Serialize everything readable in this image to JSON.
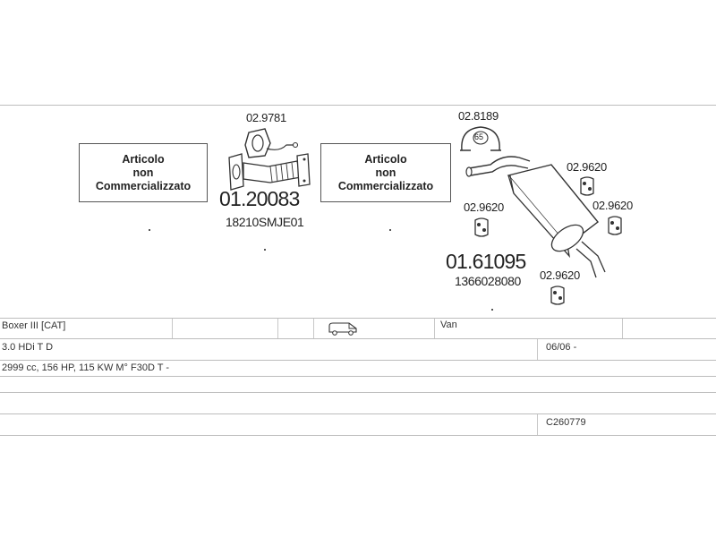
{
  "diagram": {
    "boxes": [
      {
        "line1": "Articolo",
        "line2": "non",
        "line3": "Commercializzato"
      },
      {
        "line1": "Articolo",
        "line2": "non",
        "line3": "Commercializzato"
      }
    ],
    "parts": {
      "front_clamp_code": "02.9781",
      "front_pipe_code": "01.20083",
      "front_pipe_oem": "18210SMJE01",
      "rear_clamp_code": "02.8189",
      "rear_clamp_size": "65",
      "rear_silencer_code": "01.61095",
      "rear_silencer_oem": "1366028080",
      "hanger_code_1": "02.9620",
      "hanger_code_2": "02.9620",
      "hanger_code_3": "02.9620",
      "hanger_code_4": "02.9620"
    }
  },
  "vehicle": {
    "model": "Boxer III  [CAT]",
    "body_type": "Van",
    "engine": "3.0 HDi T D",
    "date_range": "06/06 -",
    "specs": "2999 cc, 156 HP, 115 KW M° F30D T -",
    "catalog_code": "C260779"
  },
  "icons": {
    "van": "van-icon"
  }
}
